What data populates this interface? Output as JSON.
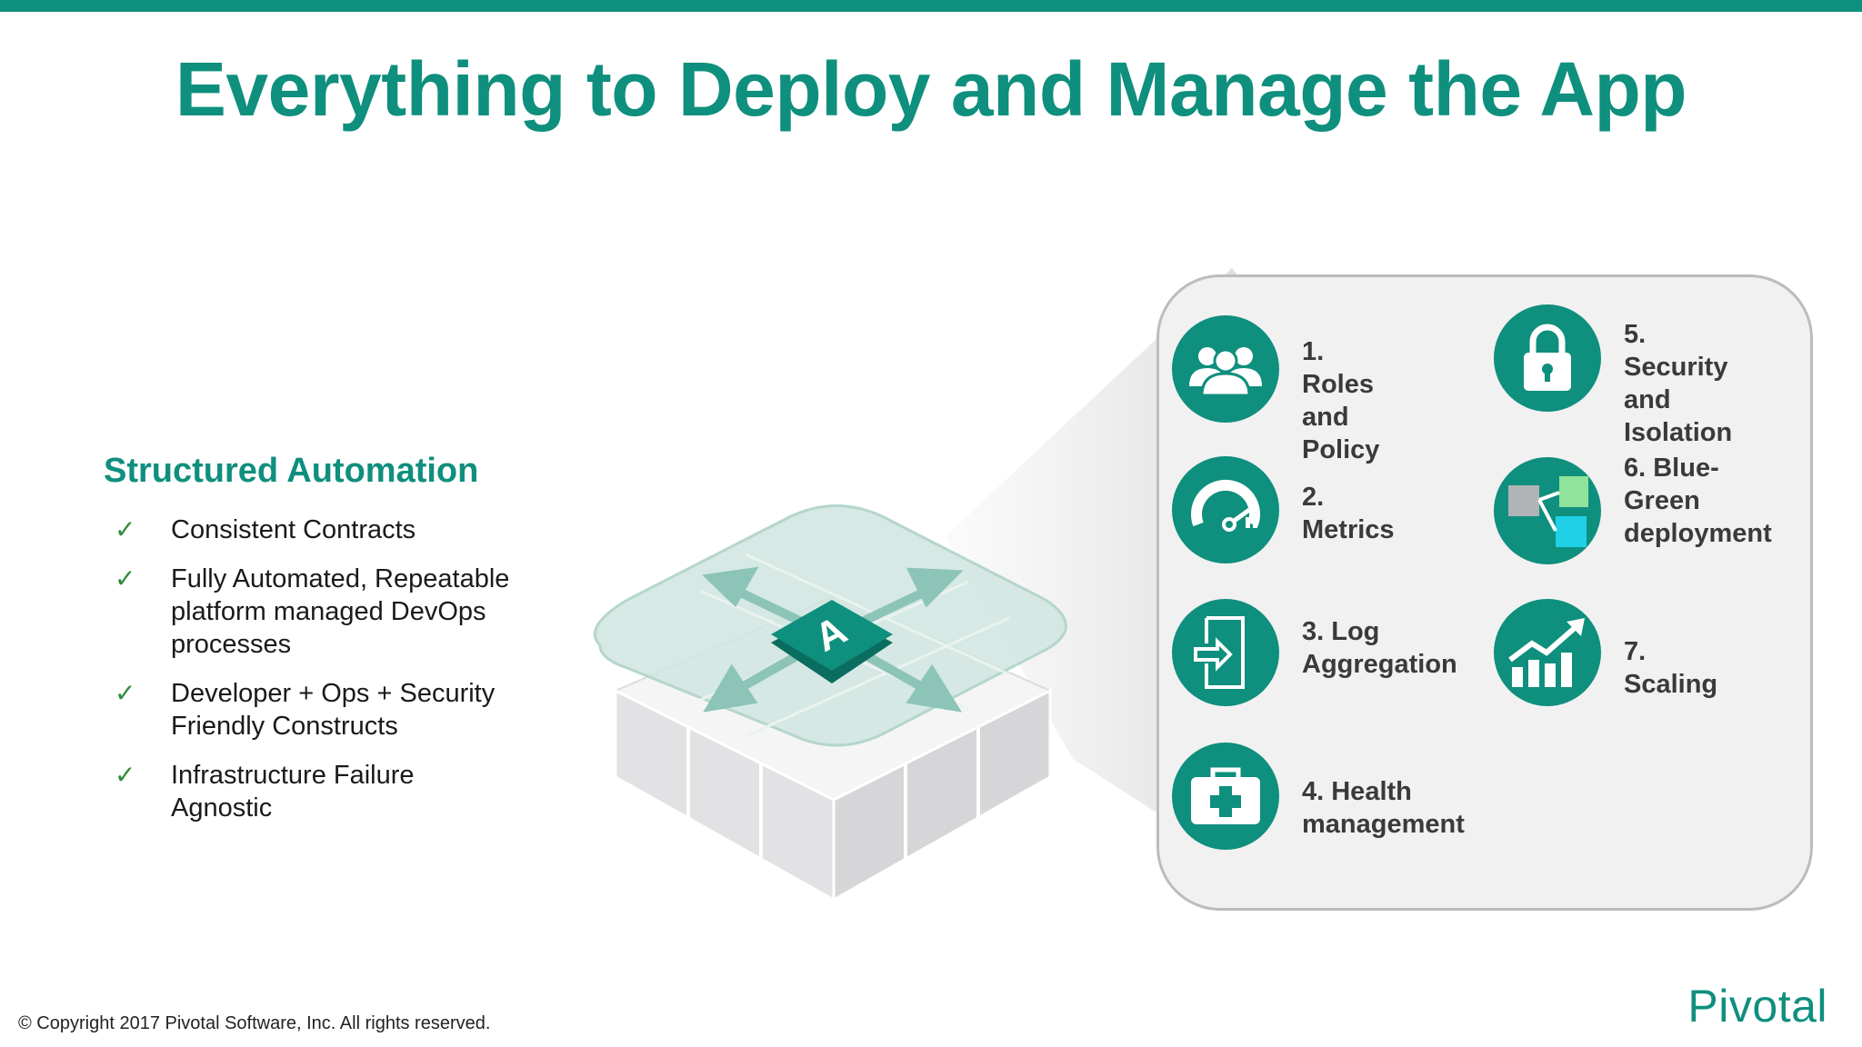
{
  "slide": {
    "title": "Everything to Deploy and Manage the App",
    "colors": {
      "brand": "#0f8f7d",
      "check": "#2f8c3c",
      "panel_bg": "#f1f1f2"
    }
  },
  "left": {
    "heading": "Structured Automation",
    "bullets": [
      {
        "lines": [
          "Consistent Contracts"
        ]
      },
      {
        "lines": [
          "Fully Automated, Repeatable",
          "platform managed DevOps",
          "processes"
        ]
      },
      {
        "lines": [
          "Developer + Ops + Security",
          "Friendly Constructs"
        ]
      },
      {
        "lines": [
          "Infrastructure Failure",
          "Agnostic"
        ]
      }
    ],
    "check_symbol": "✓"
  },
  "illustration": {
    "tile_letter": "A"
  },
  "features": [
    {
      "icon": "users-icon",
      "lines": [
        "1. Roles and",
        "Policy"
      ]
    },
    {
      "icon": "gauge-icon",
      "lines": [
        "2. Metrics"
      ]
    },
    {
      "icon": "log-icon",
      "lines": [
        "3. Log",
        "Aggregation"
      ]
    },
    {
      "icon": "first-aid-icon",
      "lines": [
        "4. Health",
        "management"
      ]
    },
    {
      "icon": "lock-icon",
      "lines": [
        "5. Security",
        "and",
        "Isolation"
      ]
    },
    {
      "icon": "blue-green-icon",
      "lines": [
        "6. Blue-",
        "Green",
        "deployment"
      ]
    },
    {
      "icon": "chart-up-icon",
      "lines": [
        "7. Scaling"
      ]
    }
  ],
  "footer": {
    "copyright": "© Copyright 2017 Pivotal Software, Inc. All rights reserved.",
    "logo": "Pivotal"
  }
}
